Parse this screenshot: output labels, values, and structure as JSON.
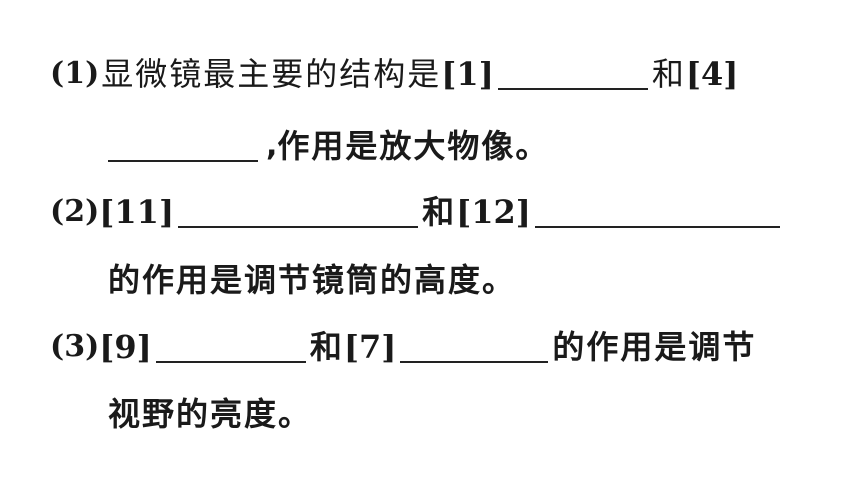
{
  "q1": {
    "label": "(1)",
    "text_a": "显微镜最主要的结构是",
    "ref_a": "[1]",
    "conj": "和",
    "ref_b": "[4]",
    "comma": ",",
    "text_b": "作用是放大物像。"
  },
  "q2": {
    "label": "(2)",
    "ref_a": "[11]",
    "conj": "和",
    "ref_b": "[12]",
    "text_b": "的作用是调节镜筒的高度。"
  },
  "q3": {
    "label": "(3)",
    "ref_a": "[9]",
    "conj": "和",
    "ref_b": "[7]",
    "text_a": "的作用是调节",
    "text_b": "视野的亮度。"
  }
}
